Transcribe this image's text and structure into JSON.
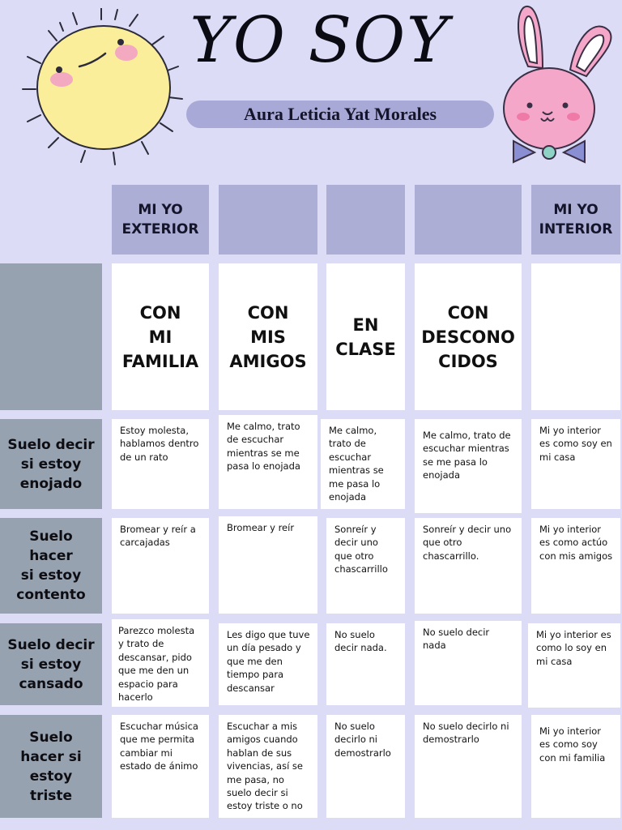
{
  "title": "YO SOY",
  "name": "Aura Leticia Yat Morales",
  "header_row": [
    "MI YO\nEXTERIOR",
    "",
    "",
    "",
    "MI YO\nINTERIOR"
  ],
  "contexts": [
    "CON\nMI\nFAMILIA",
    "CON\nMIS\nAMIGOS",
    "EN\nCLASE",
    "CON\nDESCONO\nCIDOS",
    ""
  ],
  "rows": [
    {
      "label": "Suelo decir\nsi estoy\nenojado",
      "cells": [
        "Estoy molesta, hablamos dentro de un rato",
        "Me calmo, trato de escuchar mientras se me pasa lo enojada",
        "Me calmo, trato de escuchar mientras se me pasa lo enojada",
        "Me calmo, trato de escuchar mientras se me pasa lo enojada",
        "Mi yo interior es como soy en mi casa"
      ]
    },
    {
      "label": "Suelo\nhacer\nsi estoy\ncontento",
      "cells": [
        "Bromear y reír a carcajadas",
        "Bromear y reír",
        "Sonreír y decir uno que otro chascarrillo",
        "Sonreír y decir uno que otro chascarrillo.",
        "Mi yo interior es como actúo con mis amigos"
      ]
    },
    {
      "label": "Suelo decir\nsi estoy\ncansado",
      "cells": [
        "Parezco molesta y trato de descansar, pido que me den un espacio para hacerlo",
        "Les digo que tuve un día pesado y que me den tiempo para descansar",
        "No suelo decir nada.",
        "No suelo decir nada",
        "Mi yo interior es como lo soy en mi casa"
      ]
    },
    {
      "label": "Suelo\nhacer si\nestoy\ntriste",
      "cells": [
        "Escuchar música que me permita cambiar mi estado de ánimo",
        "Escuchar a mis amigos cuando hablan de sus vivencias, así se me pasa, no suelo decir si estoy triste o no",
        "No suelo decirlo ni demostrarlo",
        "No  suelo decirlo ni demostrarlo",
        "Mi yo interior es como soy con mi familia"
      ]
    }
  ],
  "colors": {
    "background": "#dcdcf7",
    "header_fill": "#acaed6",
    "row_label_fill": "#97a2b0",
    "name_bar": "#a9a9d7",
    "sun": "#fbee9a",
    "bunny": "#f4a7c8"
  },
  "icons": [
    "sun-illustration",
    "bunny-illustration"
  ]
}
